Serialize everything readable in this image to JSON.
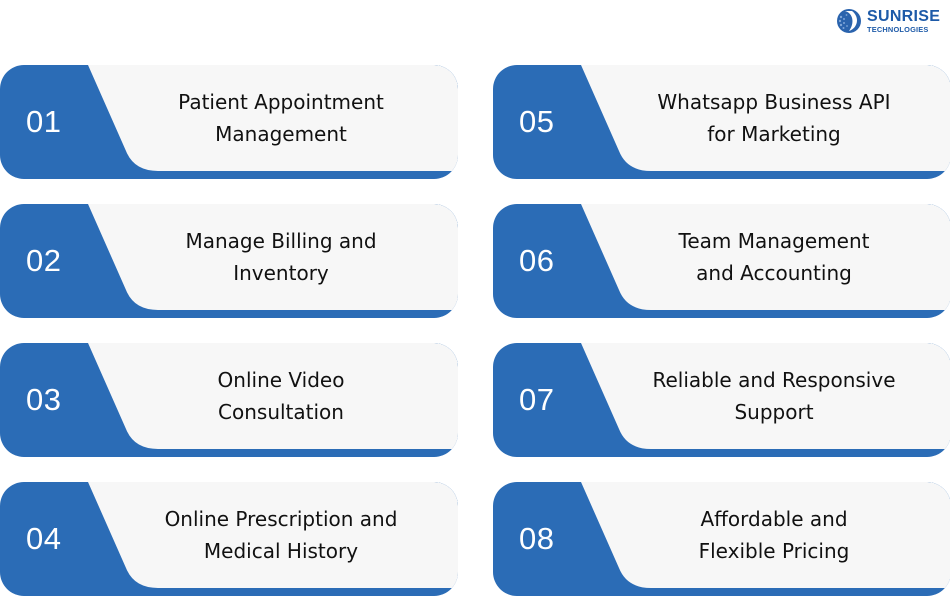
{
  "brand": {
    "name": "SUNRISE",
    "subtitle": "TECHNOLOGIES",
    "color": "#1d5aa8"
  },
  "colors": {
    "card_blue": "#2b6cb6",
    "panel_bg": "#f7f7f7",
    "text": "#111111",
    "number": "#ffffff"
  },
  "features": [
    {
      "number": "01",
      "line1": "Patient Appointment",
      "line2": "Management"
    },
    {
      "number": "02",
      "line1": "Manage Billing and",
      "line2": "Inventory"
    },
    {
      "number": "03",
      "line1": "Online Video",
      "line2": "Consultation"
    },
    {
      "number": "04",
      "line1": "Online Prescription and",
      "line2": "Medical History"
    },
    {
      "number": "05",
      "line1": "Whatsapp Business API",
      "line2": "for Marketing"
    },
    {
      "number": "06",
      "line1": "Team Management",
      "line2": "and Accounting"
    },
    {
      "number": "07",
      "line1": "Reliable and Responsive",
      "line2": "Support"
    },
    {
      "number": "08",
      "line1": "Affordable and",
      "line2": "Flexible Pricing"
    }
  ]
}
